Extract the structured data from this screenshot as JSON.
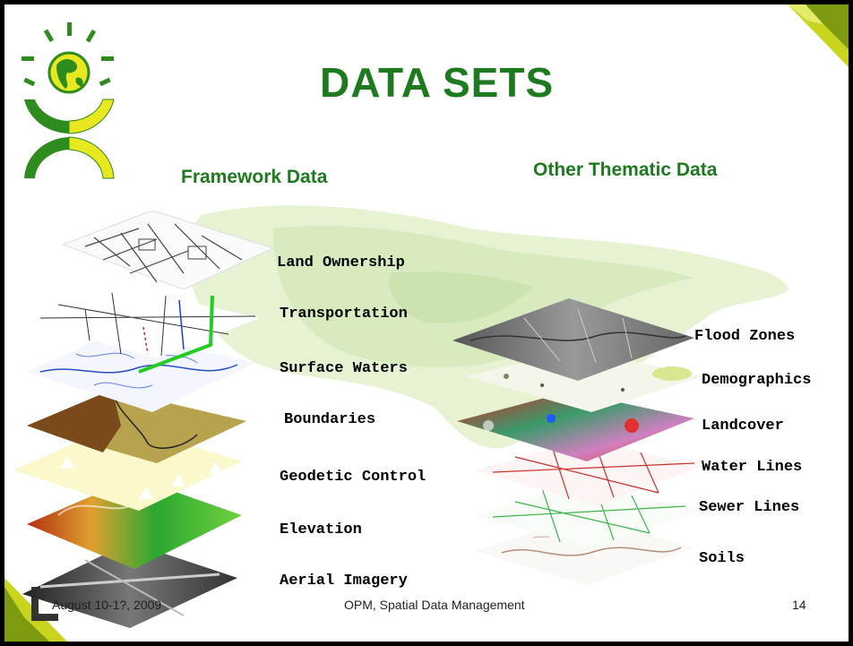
{
  "slide": {
    "title": "DATA SETS",
    "framework_heading": "Framework Data",
    "thematic_heading": "Other Thematic Data",
    "framework_layers": [
      "Land Ownership",
      "Transportation",
      "Surface Waters",
      "Boundaries",
      "Geodetic Control",
      "Elevation",
      "Aerial Imagery"
    ],
    "thematic_layers": [
      "Flood Zones",
      "Demographics",
      "Landcover",
      "Water Lines",
      "Sewer Lines",
      "Soils"
    ]
  },
  "footer": {
    "date": "August 10-1?, 2009",
    "center": "OPM, Spatial Data Management",
    "page_number": "14"
  },
  "colors": {
    "title_green": "#1e7a1e",
    "logo_green": "#2e8b1e",
    "logo_yellow": "#e8e81e",
    "corner_yellow": "#c8d41e"
  }
}
